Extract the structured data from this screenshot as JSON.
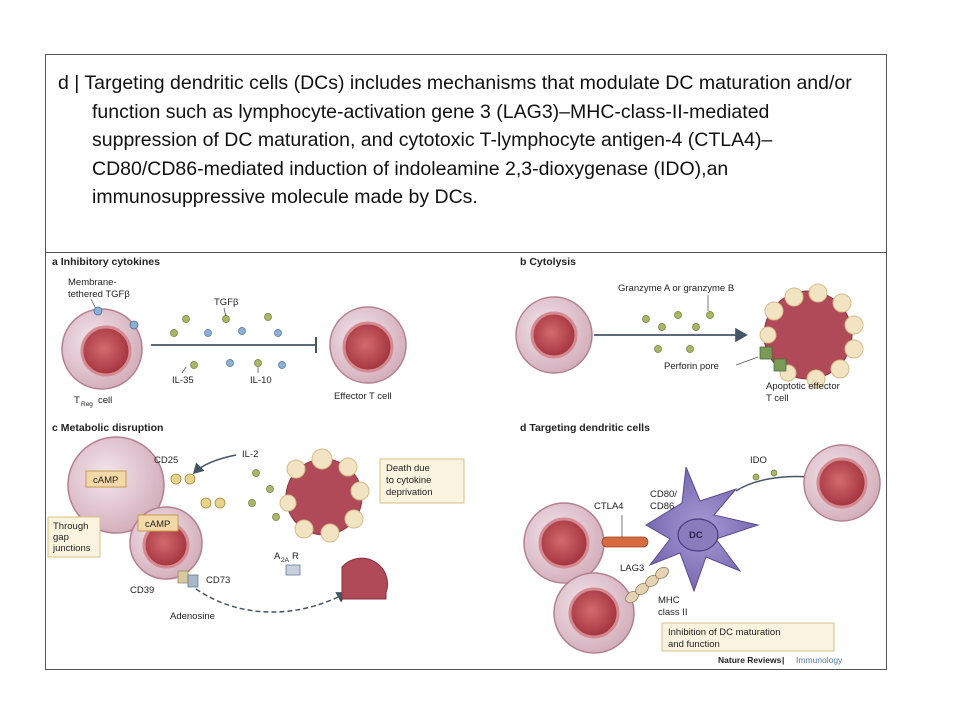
{
  "caption": {
    "text": "d | Targeting dendritic cells (DCs) includes mechanisms that modulate DC maturation and/or function such as lymphocyte-activation gene 3 (LAG3)–MHC-class-II-mediated suppression of DC maturation, and cytotoxic T-lymphocyte antigen-4 (CTLA4)–CD80/CD86-mediated induction of indoleamine 2,3-dioxygenase (IDO),an immunosuppressive molecule made by DCs."
  },
  "panels": {
    "a": {
      "title": "a  Inhibitory cytokines",
      "membrane_line1": "Membrane-",
      "membrane_line2": "tethered TGFβ",
      "tgfb": "TGFβ",
      "treg": "T",
      "treg_sub": "Reg",
      "treg_cell": "cell",
      "il35": "IL-35",
      "il10": "IL-10",
      "effector": "Effector T cell"
    },
    "b": {
      "title": "b  Cytolysis",
      "granzyme": "Granzyme A or granzyme B",
      "perforin": "Perforin pore",
      "apoptotic1": "Apoptotic effector",
      "apoptotic2": "T cell"
    },
    "c": {
      "title": "c  Metabolic disruption",
      "il2": "IL-2",
      "cd25": "CD25",
      "camp1": "cAMP",
      "camp2": "cAMP",
      "death1": "Death due",
      "death2": "to cytokine",
      "death3": "deprivation",
      "through1": "Through",
      "through2": "gap",
      "through3": "junctions",
      "a2ar": "A",
      "a2ar_sub": "2A",
      "a2ar_r": "R",
      "cd39": "CD39",
      "cd73": "CD73",
      "adenosine": "Adenosine"
    },
    "d": {
      "title": "d  Targeting dendritic cells",
      "ido": "IDO",
      "ctla4": "CTLA4",
      "cd80_1": "CD80/",
      "cd80_2": "CD86",
      "dc": "DC",
      "lag3": "LAG3",
      "mhc1": "MHC",
      "mhc2": "class II",
      "inhib1": "Inhibition of DC maturation",
      "inhib2": "and function"
    }
  },
  "footer": {
    "journal": "Nature Reviews",
    "separator": " | ",
    "section": "Immunology"
  },
  "colors": {
    "cell_outer": "#dcc3cf",
    "cell_ring": "#c28a98",
    "cell_inner": "#b24a52",
    "dc_purple": "#8a7bbd",
    "cream": "#f2e4c2",
    "tgf_dot": "#a8b868",
    "il_dot": "#8cb0d8",
    "box_fill": "#faf3df",
    "box_stroke": "#d8c188"
  }
}
